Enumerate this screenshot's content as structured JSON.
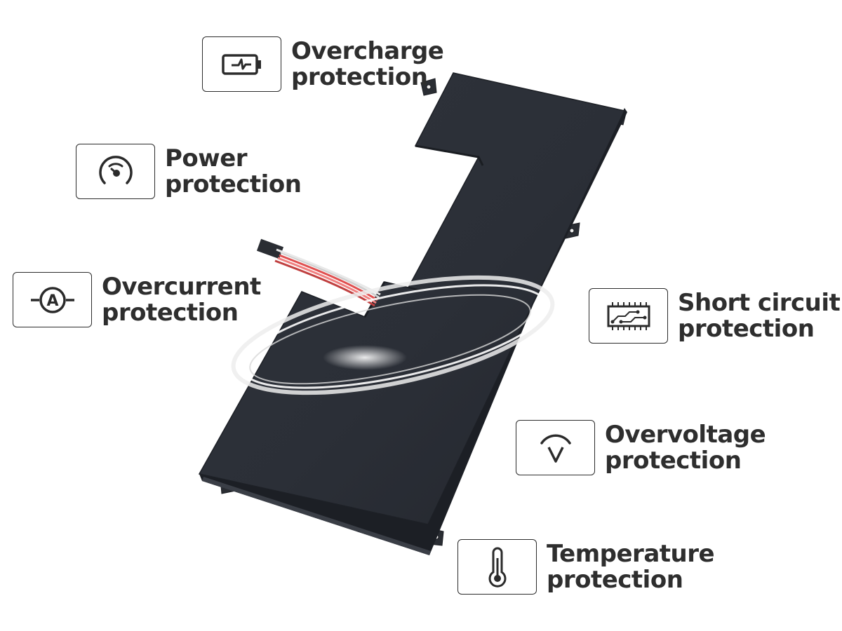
{
  "colors": {
    "text": "#2e2e2e",
    "icon_stroke": "#2b2b2b",
    "battery_body": "#2c3038",
    "battery_edge": "#1d2026",
    "swirl": "#e6e6e6"
  },
  "features": [
    {
      "icon": "battery-charge-icon",
      "line1": "Overcharge",
      "line2": "protection"
    },
    {
      "icon": "gauge-icon",
      "line1": "Power",
      "line2": "protection"
    },
    {
      "icon": "ammeter-icon",
      "line1": "Overcurrent",
      "line2": "protection"
    },
    {
      "icon": "circuit-board-icon",
      "line1": "Short circuit",
      "line2": "protection"
    },
    {
      "icon": "voltage-icon",
      "line1": "Overvoltage",
      "line2": "protection"
    },
    {
      "icon": "thermometer-icon",
      "line1": "Temperature",
      "line2": "protection"
    }
  ]
}
